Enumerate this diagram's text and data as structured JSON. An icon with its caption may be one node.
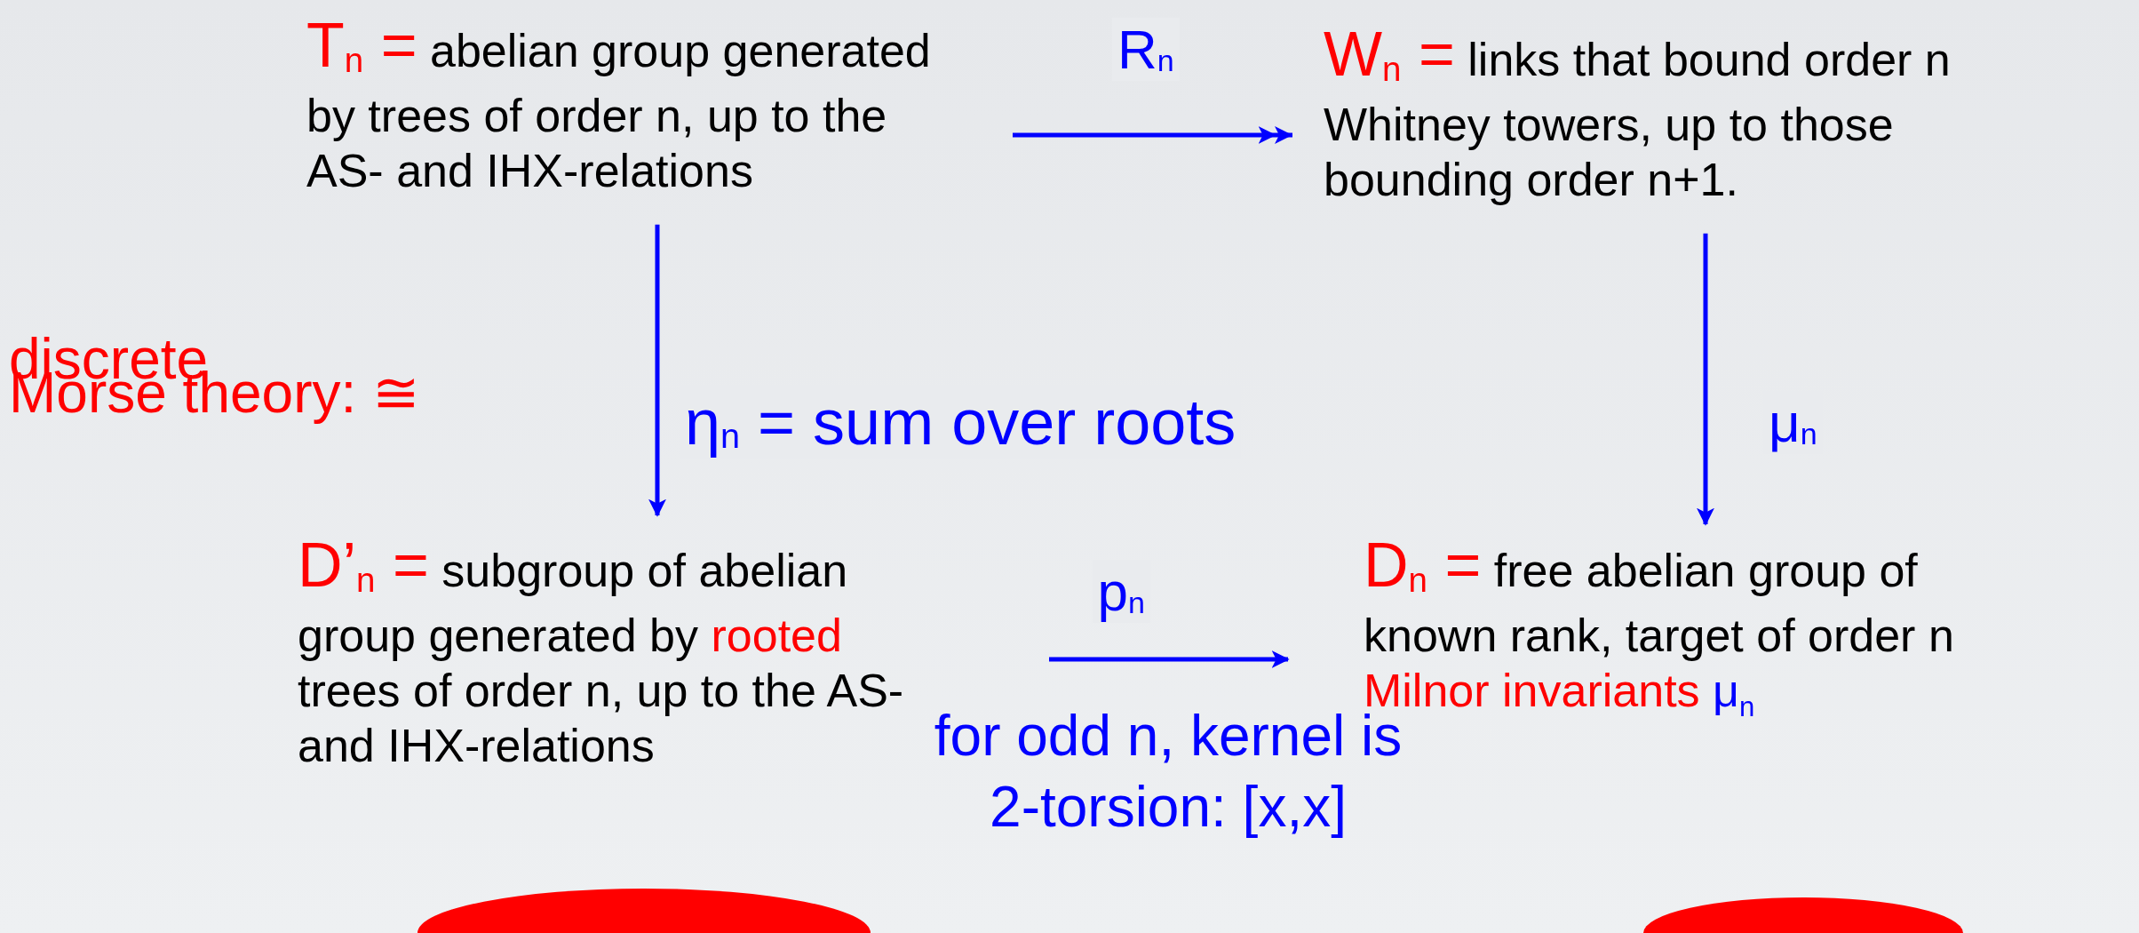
{
  "diagram": {
    "nodes": [
      {
        "text": [
          "T$_{n}$ =",
          "abelian group generated by trees of order n, up to the AS- and IHX-relations"
        ]
      },
      {
        "text": [
          "W$_{n}$ =",
          "links that bound order n Whitney towers, up to those bounding order n+1."
        ]
      },
      {
        "text": [
          "D’$_{n}$ =",
          "subgroup of abelian group generated by",
          "rooted",
          "trees of order n, up to the AS- and IHX-relations"
        ]
      },
      {
        "text": [
          "D$_{n}$ =",
          "free abelian group of known rank, target of order n",
          "Milnor invariants",
          "μ$_{n}$"
        ]
      },
      {
        "text": [],
        "shape": "circle"
      },
      {
        "text": [],
        "shape": "circle"
      }
    ],
    "edges": [
      {
        "from": 0,
        "to": 1,
        "arrow": "to",
        "label": "R$_{n}$"
      },
      {
        "from": 0,
        "to": 2,
        "arrow": "to",
        "label": "η$_{n}$ = sum over roots"
      },
      {
        "from": 1,
        "to": 3,
        "arrow": "to",
        "label": "μ$_{n}$"
      },
      {
        "from": 2,
        "to": 3,
        "arrow": "to",
        "label": "p$_{n}$"
      }
    ],
    "labels": [
      "discrete",
      "Morse theory: ≅",
      "for odd n, kernel is 2-torsion: [x,x]"
    ]
  }
}
